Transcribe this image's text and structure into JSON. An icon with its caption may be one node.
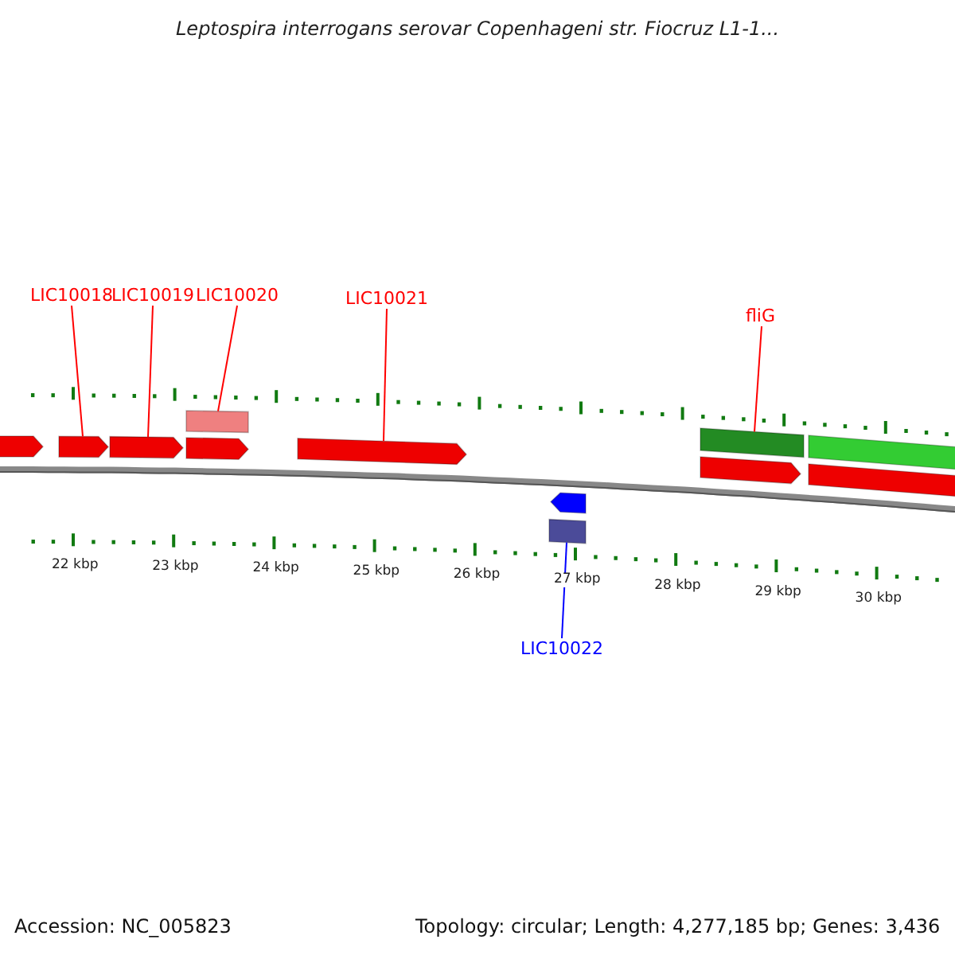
{
  "diagram": {
    "title": "Leptospira interrogans serovar Copenhageni str. Fiocruz L1-1...",
    "nodes": [
      {
        "text": [
          "LIC10018"
        ]
      },
      {
        "text": [
          "LIC10019"
        ]
      },
      {
        "text": [
          "LIC10020"
        ]
      },
      {
        "text": [
          "LIC10021"
        ]
      },
      {
        "text": [
          "fliG"
        ]
      },
      {
        "text": [
          "LIC10022"
        ]
      },
      {
        "text": [],
        "shape": "bar"
      },
      {
        "text": [],
        "shape": "bar"
      },
      {
        "text": [],
        "shape": "bar"
      },
      {
        "text": [],
        "shape": "box"
      },
      {
        "text": [],
        "shape": "bar"
      },
      {
        "text": [],
        "shape": "bar"
      },
      {
        "text": [],
        "shape": "bar"
      },
      {
        "text": [],
        "shape": "box"
      },
      {
        "text": [],
        "shape": "box"
      },
      {
        "text": [],
        "shape": "bar"
      },
      {
        "text": [],
        "shape": "box"
      },
      {
        "text": [],
        "shape": "box"
      }
    ],
    "edges": [
      {
        "from": 0,
        "to": 7,
        "arrow": "none"
      },
      {
        "from": 1,
        "to": 8,
        "arrow": "none"
      },
      {
        "from": 2,
        "to": 9,
        "arrow": "none"
      },
      {
        "from": 3,
        "to": 11,
        "arrow": "none"
      },
      {
        "from": 4,
        "to": 14,
        "arrow": "none"
      },
      {
        "from": 5,
        "to": 13,
        "arrow": "none",
        "color": "#0000ff"
      }
    ],
    "labels": [
      "22 kbp",
      "23 kbp",
      "24 kbp",
      "25 kbp",
      "26 kbp",
      "27 kbp",
      "28 kbp",
      "29 kbp",
      "30 kbp",
      "Accession: NC_005823",
      "Topology: circular; Length: 4,277,185 bp; Genes: 3,436"
    ]
  }
}
